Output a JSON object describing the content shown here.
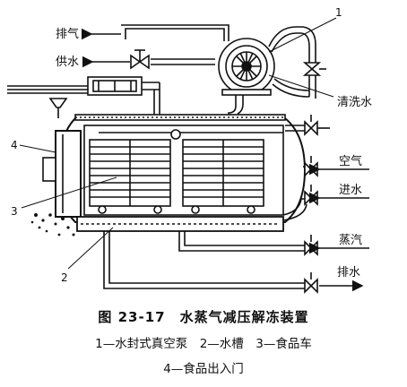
{
  "labels": {
    "exhaust": "排气",
    "water_supply": "供水",
    "cleaning_water": "清洗水",
    "air": "空气",
    "water_in": "进水",
    "steam": "蒸汽",
    "drain": "排水"
  },
  "numbers": {
    "n1": "1",
    "n2": "2",
    "n3": "3",
    "n4": "4"
  },
  "caption": {
    "title": "图 23-17　水蒸气减压解冻装置",
    "legend_line1": "1—水封式真空泵　2—水槽　3—食品车",
    "legend_line2": "4—食品出入门"
  }
}
